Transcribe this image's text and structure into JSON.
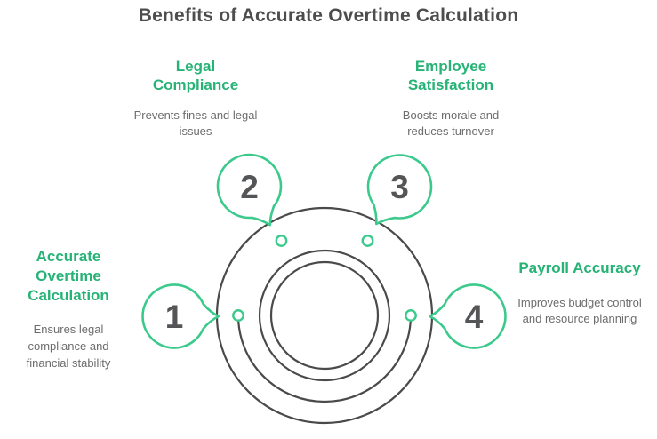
{
  "title": "Benefits of Accurate Overtime Calculation",
  "colors": {
    "accent_text": "#27b376",
    "accent_shape": "#3cc98c",
    "stroke_dark": "#4a4a4b",
    "heading_dark": "#4d4d4d",
    "body_gray": "#6d6d6d",
    "number_gray": "#545557"
  },
  "items": [
    {
      "number": "1",
      "heading": "Accurate Overtime Calculation",
      "description": "Ensures legal compliance and financial stability"
    },
    {
      "number": "2",
      "heading": "Legal Compliance",
      "description": "Prevents fines and legal issues"
    },
    {
      "number": "3",
      "heading": "Employee Satisfaction",
      "description": "Boosts morale and reduces turnover"
    },
    {
      "number": "4",
      "heading": "Payroll Accuracy",
      "description": "Improves budget control and resource planning"
    }
  ]
}
